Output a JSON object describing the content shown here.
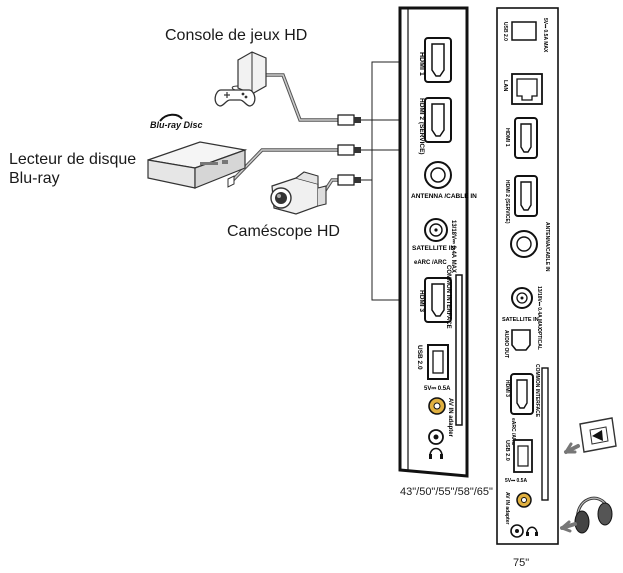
{
  "devices": {
    "console": "Console de jeux HD",
    "bluray_line1": "Lecteur de disque",
    "bluray_line2": "Blu-ray",
    "camcorder": "Caméscope HD",
    "bluray_logo": "Blu-ray Disc"
  },
  "panel_left": {
    "size_label": "43\"/50\"/55\"/58\"/65\"",
    "ports": {
      "hdmi1": "HDMI 1",
      "hdmi2": "HDMI 2 (SERVICE)",
      "antenna": "ANTENNA /CABLE IN",
      "satellite": "SATELLITE IN",
      "satellite_power": "13/18V⎓ 0.4A MAX",
      "hdmi3": "HDMI 3",
      "earc": "eARC /ARC",
      "common_interface": "COMMON INTERFACE",
      "usb": "USB 2.0",
      "usb_power": "5V⎓ 0.5A",
      "av_adapter": "AV IN adapter"
    }
  },
  "panel_right": {
    "size_label": "75\"",
    "ports": {
      "usb_top": "USB 2.0",
      "usb_top_power": "5V⎓ 0.5A MAX",
      "lan": "LAN",
      "hdmi1": "HDMI 1",
      "hdmi2": "HDMI 2 (SERVICE)",
      "antenna": "ANTENNA/CABLE IN",
      "satellite": "SATELLITE IN",
      "satellite_power": "13/18V⎓ 0.4A MAX",
      "optical": "OPTICAL",
      "audio_out": "AUDIO OUT",
      "common_interface": "COMMON INTERFACE",
      "hdmi3": "HDMI 3",
      "earc": "eARC /ARC",
      "usb": "USB 2.0",
      "usb_power": "5V⎓ 0.5A",
      "av_adapter": "AV IN adapter"
    }
  }
}
